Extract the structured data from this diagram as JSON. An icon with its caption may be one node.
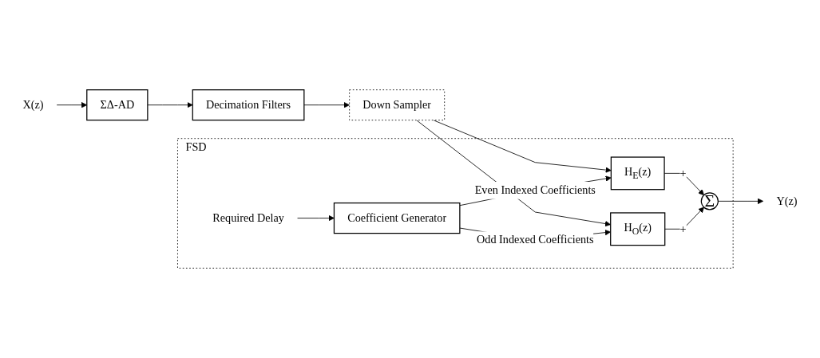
{
  "diagram": {
    "nodes": [
      {
        "text": [
          "X(z)"
        ]
      },
      {
        "text": [
          "ΣΔ-AD"
        ]
      },
      {
        "text": [
          "Decimation Filters"
        ]
      },
      {
        "text": [
          "Down Sampler"
        ]
      },
      {
        "text": [
          "FSD"
        ]
      },
      {
        "text": [
          "Required Delay"
        ],
        "in": 4
      },
      {
        "text": [
          "H$_{E}$(z)"
        ],
        "in": 4
      },
      {
        "text": [
          "Coefficient Generator"
        ],
        "in": 4
      },
      {
        "text": [
          "H$_{O}$(z)"
        ],
        "in": 4
      },
      {
        "text": [
          "Σ"
        ],
        "in": 4
      },
      {
        "text": [
          "Y(z)"
        ]
      }
    ],
    "edges": [
      {
        "from": 0,
        "to": 1,
        "arrow": "to"
      },
      {
        "from": 1,
        "to": 2,
        "arrow": "to"
      },
      {
        "from": 2,
        "to": 3,
        "arrow": "to"
      },
      {
        "from": 3,
        "to": 6,
        "arrow": "to"
      },
      {
        "from": 3,
        "to": 8,
        "arrow": "to"
      },
      {
        "from": 5,
        "to": 7,
        "arrow": "to"
      },
      {
        "from": 7,
        "to": 6,
        "arrow": "to",
        "label": "Even Indexed Coefficients"
      },
      {
        "from": 7,
        "to": 8,
        "arrow": "to",
        "label": "Odd Indexed Coefficients"
      },
      {
        "from": 6,
        "to": 9,
        "arrow": "to",
        "label": "+"
      },
      {
        "from": 8,
        "to": 9,
        "arrow": "to",
        "label": "+"
      },
      {
        "from": 9,
        "to": 10,
        "arrow": "to"
      }
    ]
  }
}
